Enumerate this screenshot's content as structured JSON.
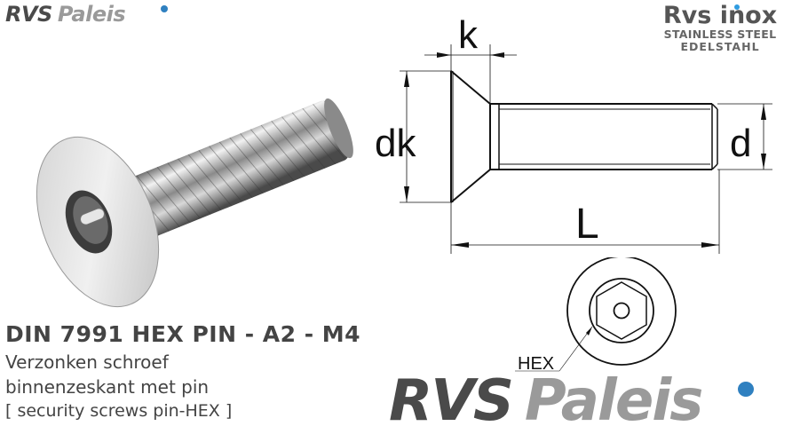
{
  "brand": {
    "logo_small": {
      "part1": "RVS",
      "part2": "Paleis"
    },
    "logo_large": {
      "part1": "RVS",
      "part2": "Paleis"
    },
    "accent_color": "#2f80c0"
  },
  "inox_badge": {
    "line1": "Rvs inox",
    "line2": "STAINLESS STEEL",
    "line3": "EDELSTAHL"
  },
  "product": {
    "title": "DIN 7991 HEX PIN - A2 - M4",
    "line1": "Verzonken schroef",
    "line2": "binnenzeskant met pin",
    "line3": "[ security screws pin-HEX ]"
  },
  "drawing": {
    "labels": {
      "k": "k",
      "dk": "dk",
      "d": "d",
      "L": "L",
      "hex": "HEX"
    }
  },
  "photo": {
    "icon": "countersunk-screw-photo"
  }
}
